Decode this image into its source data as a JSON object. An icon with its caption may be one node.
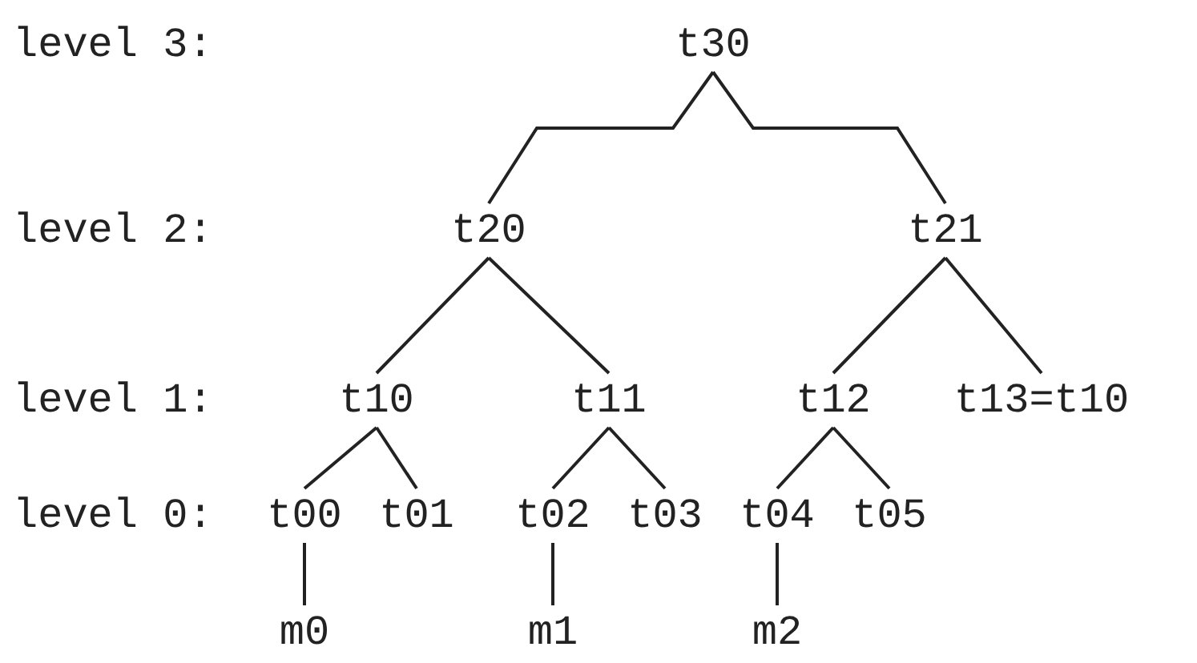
{
  "diagram": {
    "nodes": [
      {
        "text": [
          "t30"
        ]
      },
      {
        "text": [
          "t20"
        ]
      },
      {
        "text": [
          "t21"
        ]
      },
      {
        "text": [
          "t10"
        ]
      },
      {
        "text": [
          "t11"
        ]
      },
      {
        "text": [
          "t12"
        ]
      },
      {
        "text": [
          "t13=t10"
        ]
      },
      {
        "text": [
          "t00"
        ]
      },
      {
        "text": [
          "t01"
        ]
      },
      {
        "text": [
          "t02"
        ]
      },
      {
        "text": [
          "t03"
        ]
      },
      {
        "text": [
          "t04"
        ]
      },
      {
        "text": [
          "t05"
        ]
      },
      {
        "text": [
          "m0"
        ]
      },
      {
        "text": [
          "m1"
        ]
      },
      {
        "text": [
          "m2"
        ]
      }
    ],
    "edges": [
      {
        "from": 0,
        "to": 1,
        "arrow": "none"
      },
      {
        "from": 0,
        "to": 2,
        "arrow": "none"
      },
      {
        "from": 1,
        "to": 3,
        "arrow": "none"
      },
      {
        "from": 1,
        "to": 4,
        "arrow": "none"
      },
      {
        "from": 2,
        "to": 5,
        "arrow": "none"
      },
      {
        "from": 2,
        "to": 6,
        "arrow": "none"
      },
      {
        "from": 3,
        "to": 7,
        "arrow": "none"
      },
      {
        "from": 3,
        "to": 8,
        "arrow": "none"
      },
      {
        "from": 4,
        "to": 9,
        "arrow": "none"
      },
      {
        "from": 4,
        "to": 10,
        "arrow": "none"
      },
      {
        "from": 5,
        "to": 11,
        "arrow": "none"
      },
      {
        "from": 5,
        "to": 12,
        "arrow": "none"
      },
      {
        "from": 7,
        "to": 13,
        "arrow": "none"
      },
      {
        "from": 9,
        "to": 14,
        "arrow": "none"
      },
      {
        "from": 11,
        "to": 15,
        "arrow": "none"
      }
    ],
    "labels": [
      "level 3:",
      "level 2:",
      "level 1:",
      "level 0:"
    ]
  }
}
